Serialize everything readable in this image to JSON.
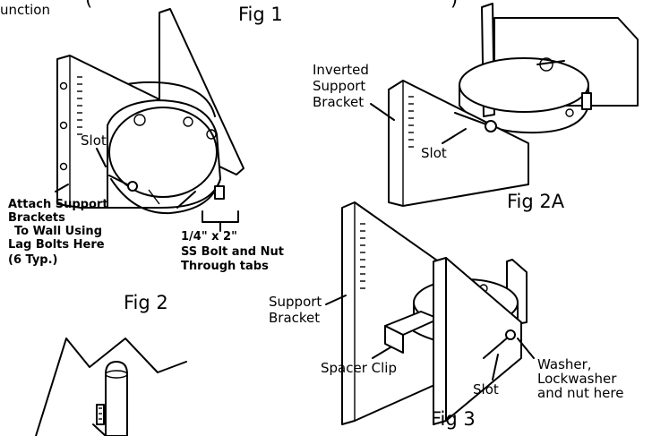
{
  "title_fragment": "unction",
  "bracket_fragment": "(",
  "paren_right": ")",
  "fig1": "Fig  1",
  "fig2": "Fig  2",
  "fig2a": "Fig  2A",
  "fig3": "Fig  3",
  "slot": "Slot",
  "attach_support_brackets": [
    "Attach Support",
    "Brackets",
    "To Wall Using",
    "Lag Bolts Here",
    "(6 Typ.)"
  ],
  "bolt_note": [
    "1/4\" x 2\"",
    "SS Bolt and Nut",
    "Through tabs"
  ],
  "inverted_support_bracket": [
    "Inverted",
    "Support",
    "Bracket"
  ],
  "support_bracket": [
    "Support",
    "Bracket"
  ],
  "spacer_clip": "Spacer Clip",
  "washer_note": [
    "Washer,",
    "Lockwasher",
    "and nut here"
  ]
}
